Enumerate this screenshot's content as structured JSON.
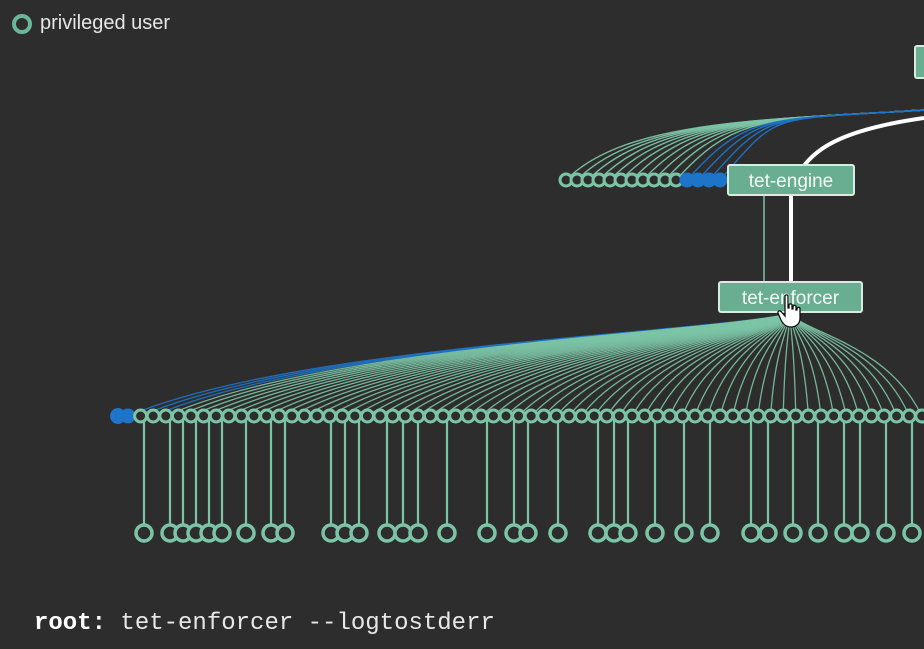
{
  "legend": {
    "label": "privileged user",
    "icon": "ring-icon",
    "color": "#6bb59a"
  },
  "nodes": {
    "engine": "tet-engine",
    "enforcer": "tet-enforcer",
    "top": ""
  },
  "command": {
    "user": "root:",
    "text": "tet-enforcer --logtostderr"
  },
  "colors": {
    "background": "#2e2d2d",
    "node": "#6aae92",
    "edge": "#7cc4a6",
    "highlight": "#1e74c8",
    "active_edge": "#ffffff"
  }
}
